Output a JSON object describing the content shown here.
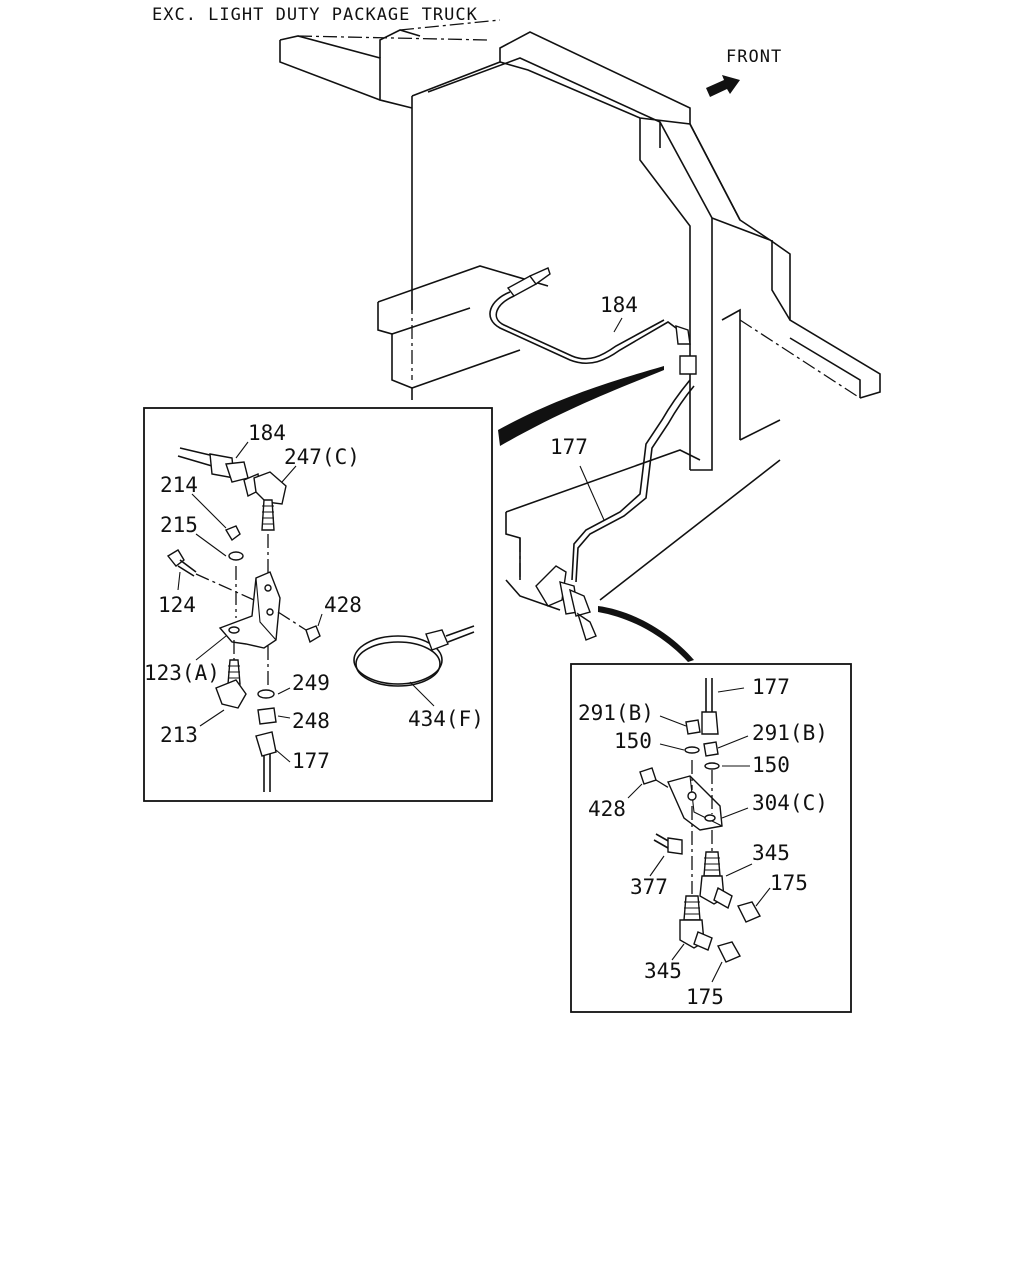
{
  "header": "EXC. LIGHT DUTY PACKAGE TRUCK",
  "front_label": "FRONT",
  "main_labels": {
    "tube_184": "184",
    "tube_177": "177"
  },
  "inset_left": {
    "labels": {
      "p184": "184",
      "p247": "247(C)",
      "p214": "214",
      "p215": "215",
      "p124": "124",
      "p428": "428",
      "p123": "123(A)",
      "p249": "249",
      "p213": "213",
      "p248": "248",
      "p177": "177",
      "p434": "434(F)"
    }
  },
  "inset_right": {
    "labels": {
      "p177": "177",
      "p291a": "291(B)",
      "p291b": "291(B)",
      "p150a": "150",
      "p150b": "150",
      "p428": "428",
      "p304": "304(C)",
      "p345a": "345",
      "p175a": "175",
      "p377": "377",
      "p345b": "345",
      "p175b": "175"
    }
  }
}
